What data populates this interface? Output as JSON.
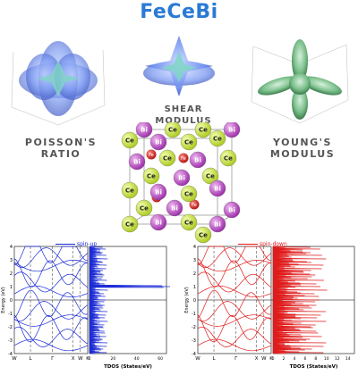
{
  "title": "FeCeBi",
  "labels": {
    "poisson_line1": "POISSON'S",
    "poisson_line2": "RATIO",
    "shear": "SHEAR MODULUS",
    "young_line1": "YOUNG'S",
    "young_line2": "MODULUS"
  },
  "crystal": {
    "atoms": [
      "Bi",
      "Ce",
      "Ce",
      "Bi",
      "Ce",
      "Bi",
      "Ce",
      "Ce",
      "Bi",
      "Ce",
      "Bi",
      "Ce",
      "Ce",
      "Bi",
      "Ce",
      "Ce",
      "Bi",
      "Ce",
      "Bi",
      "Ce",
      "Bi",
      "Bi",
      "Ce",
      "Bi",
      "Ce",
      "Bi",
      "Ce"
    ],
    "fe_label": "Fe"
  },
  "band_plots": [
    {
      "legend": "spin-up",
      "color": "#1a2ad6",
      "ylabel": "Energy (eV)",
      "yticks": [
        "4",
        "3",
        "2",
        "1",
        "0",
        "-1",
        "-2",
        "-3",
        "-4"
      ],
      "kpoints": [
        "W",
        "L",
        "Γ",
        "X",
        "W",
        "K"
      ],
      "dos_xlabel": "TDOS (States/eV)",
      "dos_xticks": [
        "0",
        "20",
        "40",
        "60"
      ]
    },
    {
      "legend": "spin-down",
      "color": "#e01a1a",
      "ylabel": "Energy (eV)",
      "yticks": [
        "4",
        "3",
        "2",
        "1",
        "0",
        "-1",
        "-2",
        "-3",
        "-4"
      ],
      "kpoints": [
        "W",
        "L",
        "Γ",
        "X",
        "W",
        "K"
      ],
      "dos_xlabel": "TDOS (States/eV)",
      "dos_xticks": [
        "0",
        "2",
        "4",
        "6",
        "8",
        "10",
        "12",
        "14"
      ]
    }
  ]
}
